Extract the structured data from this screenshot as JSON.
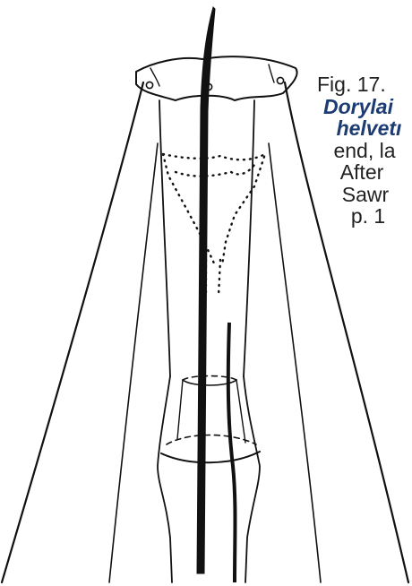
{
  "caption": {
    "fig_label": "Fig. 17.",
    "species_line1": "Dorylai",
    "species_line2": "helvetı",
    "text_line3": "end, la",
    "text_line4": "After",
    "text_line5": "Sawr",
    "text_line6": "p. 1"
  },
  "colors": {
    "ink": "#111111",
    "species_text": "#1d3b73",
    "background": "#ffffff"
  }
}
